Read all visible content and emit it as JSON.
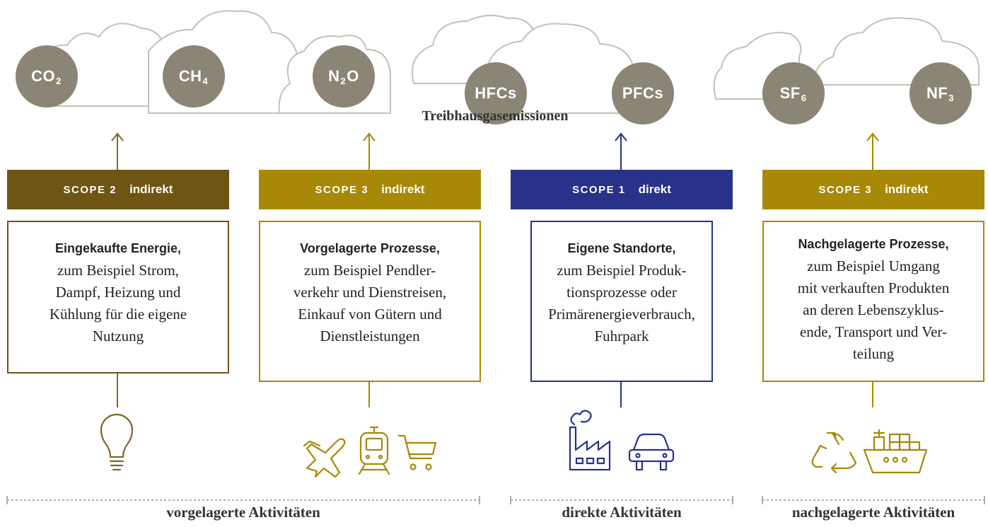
{
  "colors": {
    "scope2": "#6e5514",
    "scope3": "#a88807",
    "scope1": "#283289",
    "gas": "#8a8575",
    "cloud": "#c4c1b6",
    "arrow_gold": "#7a6a28",
    "dotted": "#a8a69e"
  },
  "gases": [
    {
      "base": "CO",
      "sub": "2"
    },
    {
      "base": "CH",
      "sub": "4"
    },
    {
      "base": "N",
      "sub": "2",
      "tail": "O"
    },
    {
      "base": "HFCs",
      "sub": ""
    },
    {
      "base": "PFCs",
      "sub": ""
    },
    {
      "base": "SF",
      "sub": "6"
    },
    {
      "base": "NF",
      "sub": "3"
    }
  ],
  "emissions_label": "Treibhausgasemissionen",
  "scopes": [
    {
      "scope": "SCOPE 2",
      "kind": "indirekt",
      "color": "#6e5514",
      "heading": "Eingekaufte Energie,",
      "lines": [
        "zum Beispiel Strom,",
        "Dampf, Heizung und",
        "Kühlung für die eigene",
        "Nutzung"
      ],
      "icons": [
        "lightbulb-icon"
      ]
    },
    {
      "scope": "SCOPE 3",
      "kind": "indirekt",
      "color": "#a88807",
      "heading": "Vorgelagerte Prozesse,",
      "lines": [
        "zum Beispiel Pendler-",
        "verkehr und Dienstreisen,",
        "Einkauf von Gütern und",
        "Dienstleistungen"
      ],
      "icons": [
        "airplane-icon",
        "train-icon",
        "shopping-cart-icon"
      ]
    },
    {
      "scope": "SCOPE 1",
      "kind": "direkt",
      "color": "#283289",
      "heading": "Eigene Standorte,",
      "lines": [
        "zum Beispiel Produk-",
        "tionsprozesse oder",
        "Primärenergieverbrauch,",
        "Fuhrpark"
      ],
      "icons": [
        "factory-icon",
        "car-icon"
      ]
    },
    {
      "scope": "SCOPE 3",
      "kind": "indirekt",
      "color": "#a88807",
      "heading": "Nachgelagerte Prozesse,",
      "lines": [
        "zum Beispiel Umgang",
        "mit verkauften Produkten",
        "an deren Lebenszyklus-",
        "ende, Transport und Ver-",
        "teilung"
      ],
      "icons": [
        "recycle-icon",
        "cargo-ship-icon"
      ]
    }
  ],
  "activities": {
    "upstream": "vorgelagerte Aktivitäten",
    "direct": "direkte Aktivitäten",
    "downstream": "nachgelagerte Aktivitäten"
  }
}
